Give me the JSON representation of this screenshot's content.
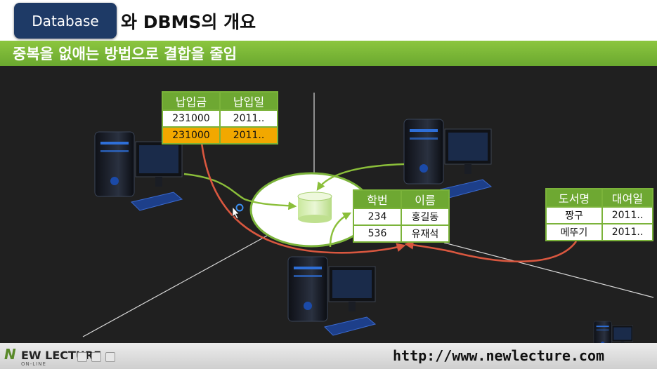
{
  "header": {
    "badge_label": "Database",
    "title": "와 DBMS의 개요",
    "subtitle": "중복을 없애는 방법으로 결합을 줄임"
  },
  "tables": {
    "payment": {
      "headers": [
        "납입금",
        "납입일"
      ],
      "rows": [
        [
          "231000",
          "2011.."
        ],
        [
          "231000",
          "2011.."
        ]
      ]
    },
    "student": {
      "headers": [
        "학번",
        "이름"
      ],
      "rows": [
        [
          "234",
          "홍길동"
        ],
        [
          "536",
          "유재석"
        ]
      ]
    },
    "library": {
      "headers": [
        "도서명",
        "대여일"
      ],
      "rows": [
        [
          "짱구",
          "2011.."
        ],
        [
          "메뚜기",
          "2011.."
        ]
      ]
    }
  },
  "icons": [
    "computer-icon",
    "database-cylinder-icon",
    "mouse-cursor-icon",
    "loading-ring-icon"
  ],
  "colors": {
    "accent_green": "#7bb33a",
    "badge_blue": "#1e3a66",
    "highlight_orange": "#f2a800",
    "arrow_red": "#d9573f",
    "arrow_green": "#8bbf3a"
  },
  "footer": {
    "brand_initial": "N",
    "brand": "EW LECTURE",
    "brand_sub": "ON-LINE",
    "url": "http://www.newlecture.com"
  }
}
